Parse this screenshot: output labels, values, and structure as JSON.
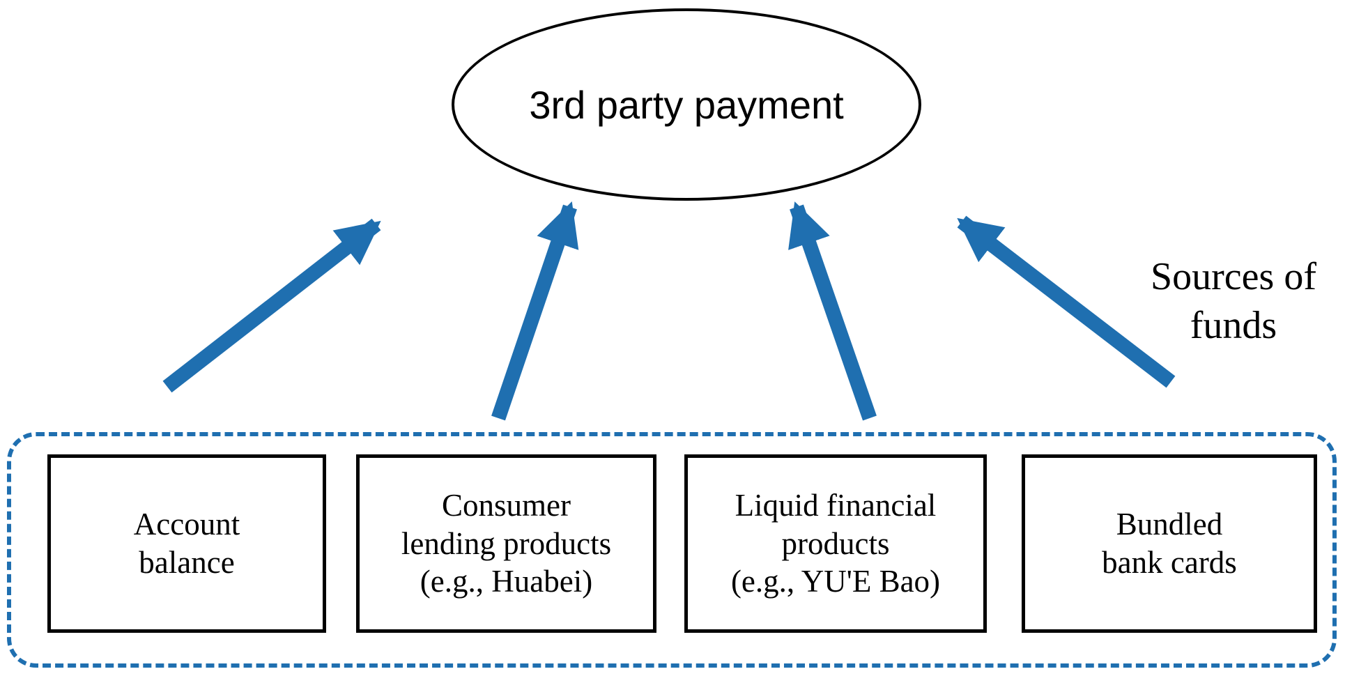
{
  "diagram": {
    "title": "3rd party payment",
    "side_label": "Sources of\nfunds",
    "sources": [
      {
        "label": "Account\nbalance"
      },
      {
        "label": "Consumer\nlending products\n(e.g., Huabei)"
      },
      {
        "label": "Liquid financial\nproducts\n(e.g., YU'E Bao)"
      },
      {
        "label": "Bundled\nbank cards"
      }
    ],
    "colors": {
      "arrow": "#1F6FB0",
      "dashed_border": "#1F6FB0",
      "node_border": "#000000",
      "text": "#000000",
      "background": "#FFFFFF"
    }
  }
}
